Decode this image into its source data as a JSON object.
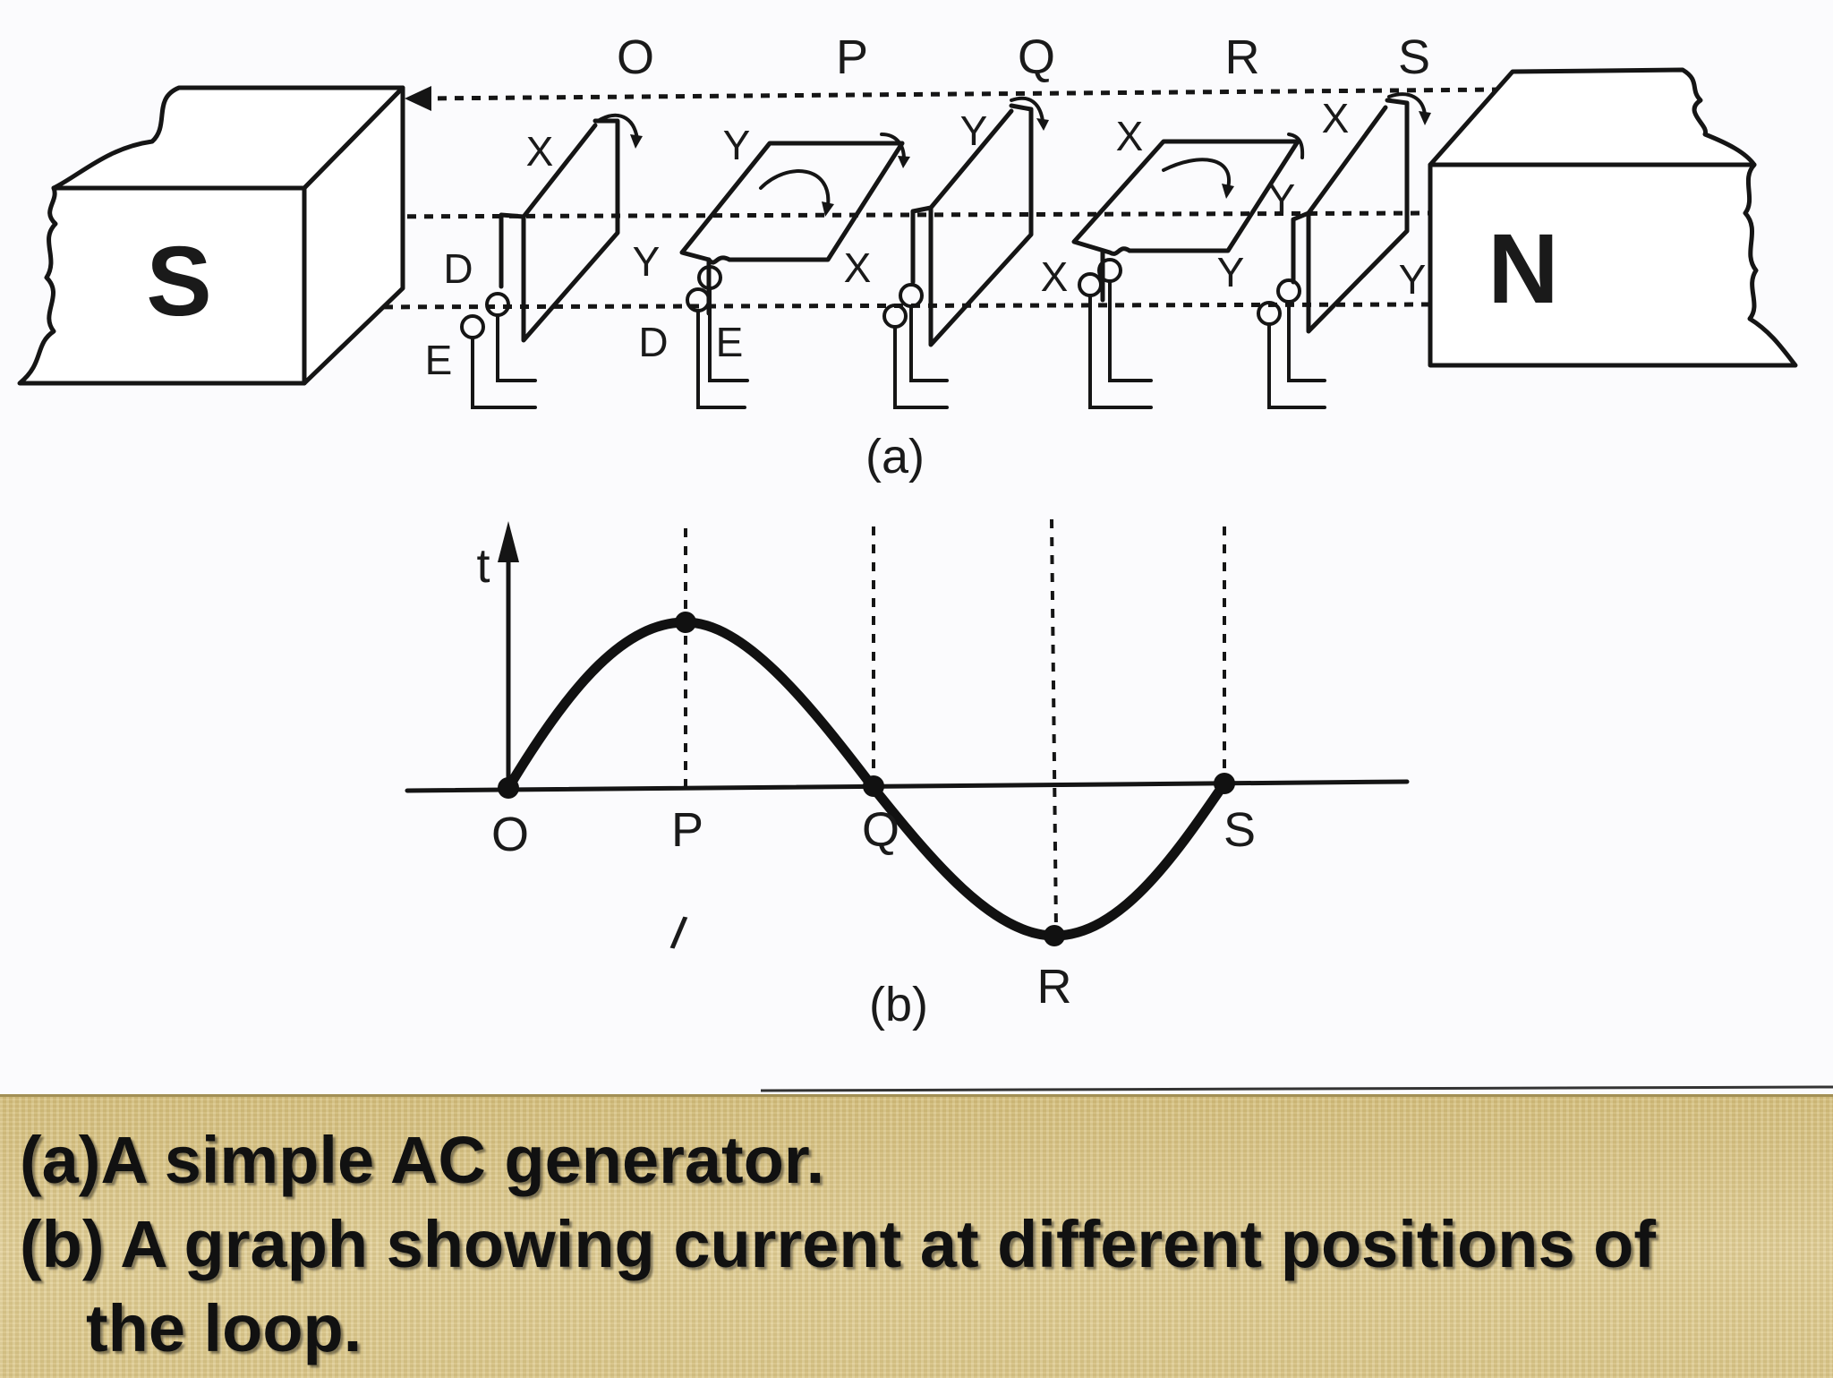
{
  "diagram_a": {
    "positions": [
      "O",
      "P",
      "Q",
      "R",
      "S"
    ],
    "south_pole": "S",
    "north_pole": "N",
    "loop_labels": {
      "o_top": "X",
      "o_brush_d": "D",
      "o_brush_e": "E",
      "p_top": "Y",
      "p_side": "Y",
      "p_brush_d": "D",
      "p_brush_e": "E",
      "q_top": "Y",
      "q_side": "X",
      "r_top": "X",
      "r_side_x": "X",
      "r_side_y": "Y",
      "r_mid_y": "Y",
      "s_top": "X",
      "s_side": "Y"
    },
    "label": "(a)"
  },
  "diagram_b": {
    "y_axis_label": "t",
    "x_points": [
      "O",
      "P",
      "Q",
      "R",
      "S"
    ],
    "current_symbol": "I",
    "label": "(b)"
  },
  "caption": {
    "line1": "(a)A simple AC generator.",
    "line2": "(b) A graph showing current at different positions of",
    "line3": "the loop."
  }
}
